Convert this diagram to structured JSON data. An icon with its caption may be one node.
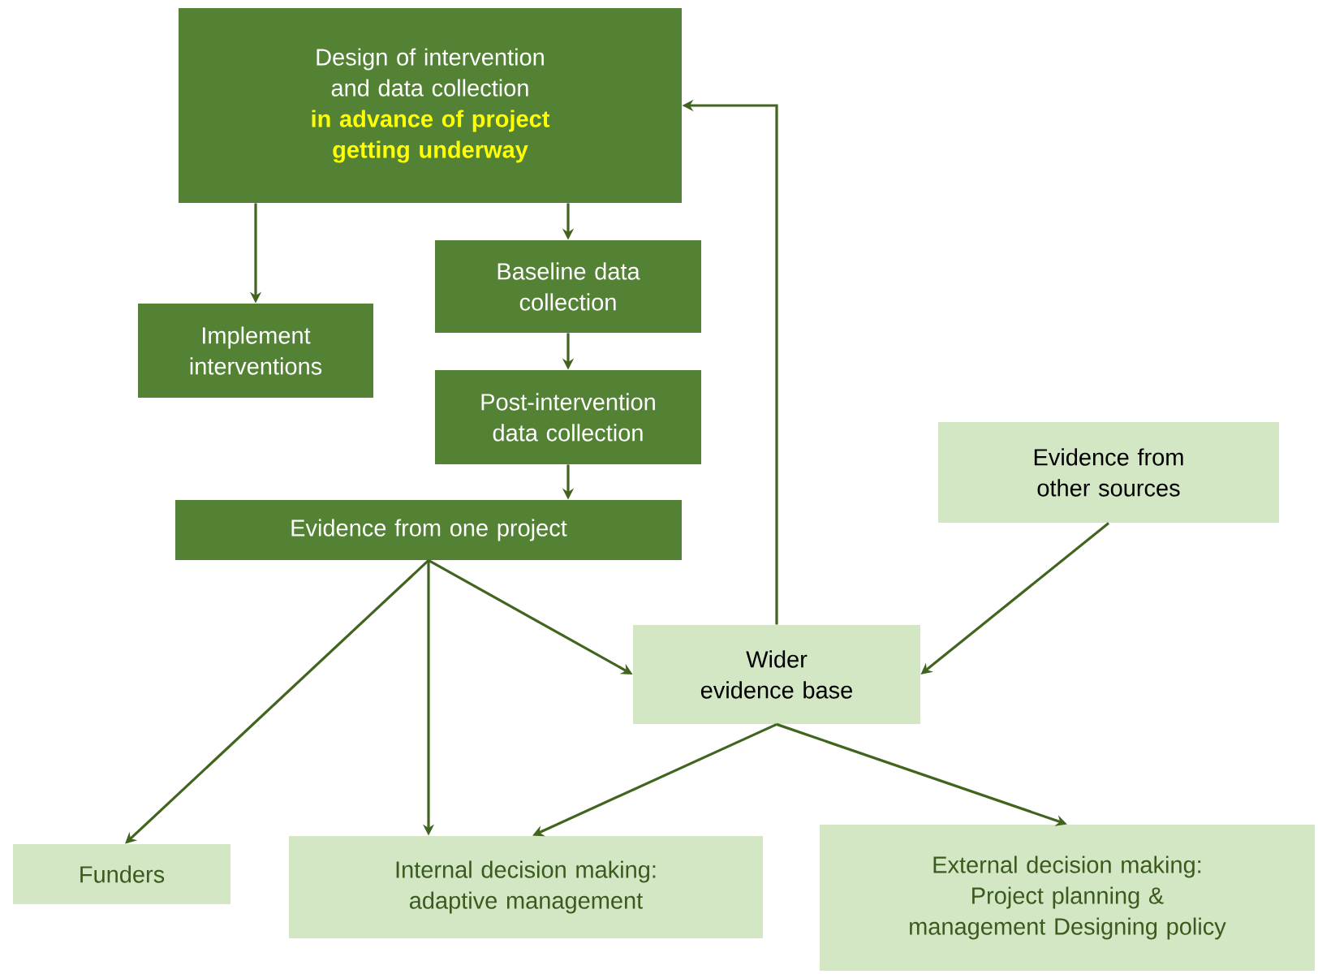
{
  "diagram": {
    "nodes": [
      {
        "text": [
          "Design of intervention and data collection",
          "in advance of project getting underway"
        ]
      },
      {
        "text": [
          "Implement interventions"
        ]
      },
      {
        "text": [
          "Baseline data collection"
        ]
      },
      {
        "text": [
          "Post-intervention data collection"
        ]
      },
      {
        "text": [
          "Evidence from one project"
        ]
      },
      {
        "text": [
          "Evidence from other sources"
        ]
      },
      {
        "text": [
          "Wider evidence base"
        ]
      },
      {
        "text": [
          "Funders"
        ]
      },
      {
        "text": [
          "Internal decision making: adaptive management"
        ]
      },
      {
        "text": [
          "External decision making:",
          "Project planning & management Designing policy"
        ]
      }
    ],
    "edges": [
      {
        "from": 0,
        "to": 1,
        "arrow": "to"
      },
      {
        "from": 0,
        "to": 2,
        "arrow": "to"
      },
      {
        "from": 2,
        "to": 3,
        "arrow": "to"
      },
      {
        "from": 3,
        "to": 4,
        "arrow": "to"
      },
      {
        "from": 4,
        "to": 7,
        "arrow": "to"
      },
      {
        "from": 4,
        "to": 8,
        "arrow": "to"
      },
      {
        "from": 4,
        "to": 6,
        "arrow": "to"
      },
      {
        "from": 5,
        "to": 6,
        "arrow": "to"
      },
      {
        "from": 6,
        "to": 0,
        "arrow": "to"
      },
      {
        "from": 6,
        "to": 8,
        "arrow": "to"
      },
      {
        "from": 6,
        "to": 9,
        "arrow": "to"
      }
    ]
  }
}
